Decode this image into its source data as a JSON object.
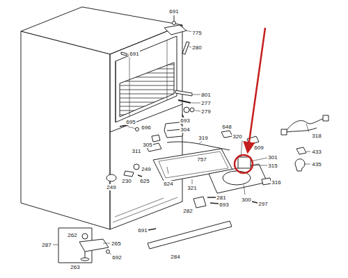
{
  "diagram": {
    "labels": [
      "691",
      "775",
      "691",
      "280",
      "801",
      "277",
      "279",
      "693",
      "695",
      "696",
      "304",
      "648",
      "318",
      "305",
      "319",
      "320",
      "609",
      "311",
      "301",
      "315",
      "757",
      "433",
      "249",
      "230",
      "625",
      "624",
      "321",
      "435",
      "249",
      "316",
      "300",
      "297",
      "282",
      "281",
      "693",
      "691",
      "284",
      "262",
      "265",
      "287",
      "263",
      "692"
    ]
  }
}
